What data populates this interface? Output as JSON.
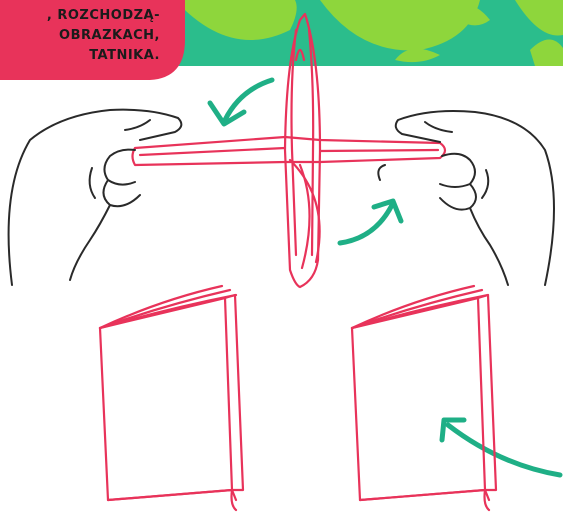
{
  "caption": {
    "lines": [
      ", ROZCHODZĄ-",
      "OBRAZKACH,",
      "TATNIKA."
    ]
  },
  "colors": {
    "banner_green": "#2bbd8c",
    "leaf_green": "#8ed63c",
    "bubble_red": "#e8335a",
    "paper_stroke": "#e8335a",
    "hand_stroke": "#2a2a2a",
    "arrow_teal": "#1faf86"
  },
  "icons": [
    "hand-left-icon",
    "hand-right-icon",
    "arrow-curved-icon",
    "booklet-icon"
  ]
}
